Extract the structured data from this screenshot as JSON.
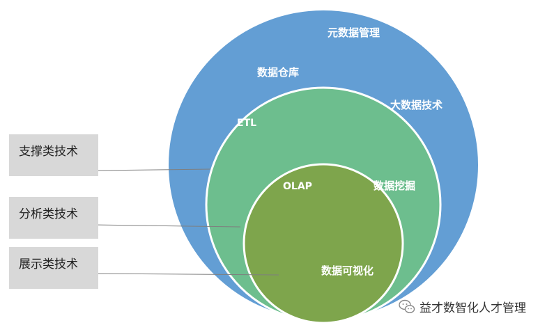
{
  "layers": {
    "outer": {
      "title": "元数据管理",
      "item": "数据仓库",
      "color": "#639ed4"
    },
    "middle": {
      "title": "大数据技术",
      "item_left": "ETL",
      "item_right": "数据挖掘",
      "color": "#6dbe8e"
    },
    "inner": {
      "title": "OLAP",
      "item": "数据可视化",
      "color": "#7ea54c"
    }
  },
  "categories": [
    {
      "label": "支撑类技术"
    },
    {
      "label": "分析类技术"
    },
    {
      "label": "展示类技术"
    }
  ],
  "watermark": {
    "text": "益才数智化人才管理",
    "icon": "wechat-icon"
  }
}
